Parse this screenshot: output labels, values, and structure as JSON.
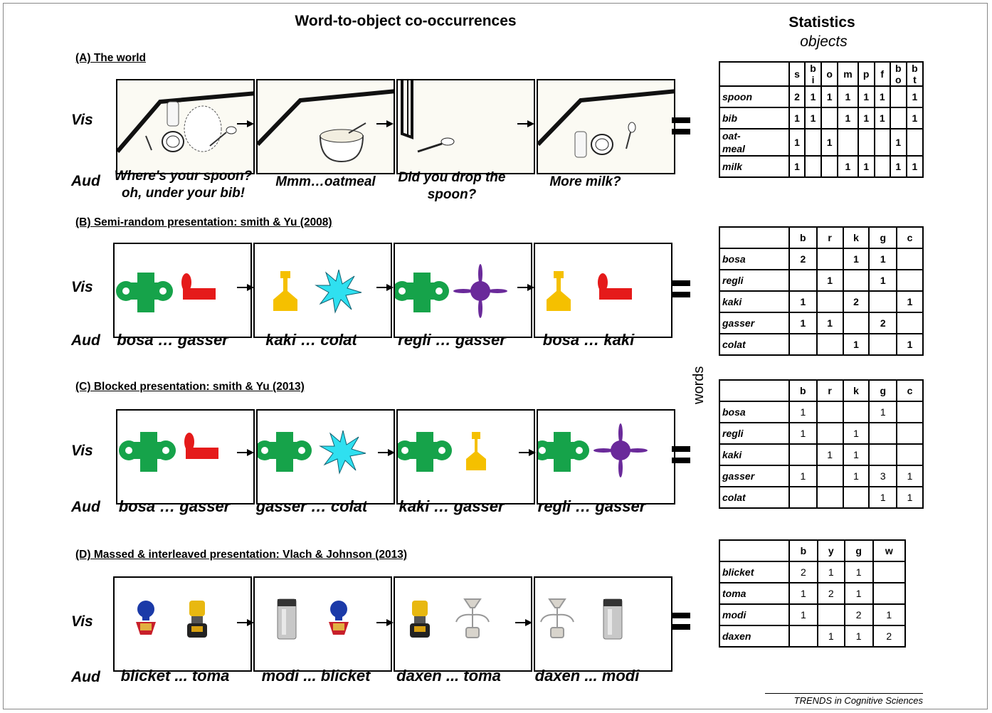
{
  "titles": {
    "main": "Word-to-object co-occurrences",
    "stats": "Statistics",
    "objects": "objects",
    "words_axis": "words"
  },
  "labels": {
    "vis": "Vis",
    "aud": "Aud"
  },
  "sections": [
    {
      "heading": "(A) The world",
      "captions": [
        "Where's your spoon?\noh, under your bib!",
        "Mmm…oatmeal",
        "Did you drop the\nspoon?",
        "More milk?"
      ],
      "table": {
        "cols": [
          "s",
          "b\ni",
          "o",
          "m",
          "p",
          "f",
          "b\no",
          "b\nt"
        ],
        "rows": [
          {
            "word": "spoon",
            "cells": [
              "2",
              "1",
              "1",
              "1",
              "1",
              "1",
              "",
              "1"
            ]
          },
          {
            "word": "bib",
            "cells": [
              "1",
              "1",
              "",
              "1",
              "1",
              "1",
              "",
              "1"
            ]
          },
          {
            "word": "oat-\nmeal",
            "cells": [
              "1",
              "",
              "1",
              "",
              "",
              "",
              "1",
              ""
            ]
          },
          {
            "word": "milk",
            "cells": [
              "1",
              "",
              "",
              "1",
              "1",
              "",
              "1",
              "1"
            ]
          }
        ]
      }
    },
    {
      "heading": "(B) Semi-random presentation: smith & Yu (2008)",
      "captions": [
        "bosa … gasser",
        "kaki … colat",
        "regli … gasser",
        "bosa … kaki"
      ],
      "table": {
        "cols": [
          "b",
          "r",
          "k",
          "g",
          "c"
        ],
        "rows": [
          {
            "word": "bosa",
            "cells": [
              "2",
              "",
              "1",
              "1",
              ""
            ]
          },
          {
            "word": "regli",
            "cells": [
              "",
              "1",
              "",
              "1",
              ""
            ]
          },
          {
            "word": "kaki",
            "cells": [
              "1",
              "",
              "2",
              "",
              "1"
            ]
          },
          {
            "word": "gasser",
            "cells": [
              "1",
              "1",
              "",
              "2",
              ""
            ]
          },
          {
            "word": "colat",
            "cells": [
              "",
              "",
              "1",
              "",
              "1"
            ]
          }
        ]
      }
    },
    {
      "heading": "(C) Blocked presentation: smith & Yu (2013)",
      "captions": [
        "bosa … gasser",
        "gasser … colat",
        "kaki … gasser",
        "regli … gasser"
      ],
      "table": {
        "cols": [
          "b",
          "r",
          "k",
          "g",
          "c"
        ],
        "rows": [
          {
            "word": "bosa",
            "cells": [
              "1",
              "",
              "",
              "1",
              ""
            ]
          },
          {
            "word": "regli",
            "cells": [
              "1",
              "",
              "1",
              "",
              ""
            ]
          },
          {
            "word": "kaki",
            "cells": [
              "",
              "1",
              "1",
              "",
              ""
            ]
          },
          {
            "word": "gasser",
            "cells": [
              "1",
              "",
              "1",
              "3",
              "1"
            ]
          },
          {
            "word": "colat",
            "cells": [
              "",
              "",
              "",
              "1",
              "1"
            ]
          }
        ]
      }
    },
    {
      "heading": "(D) Massed & interleaved presentation: Vlach & Johnson (2013)",
      "captions": [
        "blicket ... toma",
        "modi ... blicket",
        "daxen ... toma",
        "daxen ... modi"
      ],
      "table": {
        "cols": [
          "b",
          "y",
          "g",
          "w"
        ],
        "rows": [
          {
            "word": "blicket",
            "cells": [
              "2",
              "1",
              "1",
              ""
            ]
          },
          {
            "word": "toma",
            "cells": [
              "1",
              "2",
              "1",
              ""
            ]
          },
          {
            "word": "modi",
            "cells": [
              "1",
              "",
              "2",
              "1"
            ]
          },
          {
            "word": "daxen",
            "cells": [
              "",
              "1",
              "1",
              "2"
            ]
          }
        ]
      }
    }
  ],
  "credit": "TRENDS in Cognitive Sciences",
  "colors": {
    "green": "#16a34a",
    "red": "#e51a1a",
    "yellow": "#f5c000",
    "cyan": "#2fe0f0",
    "purple": "#6a2a9a"
  }
}
